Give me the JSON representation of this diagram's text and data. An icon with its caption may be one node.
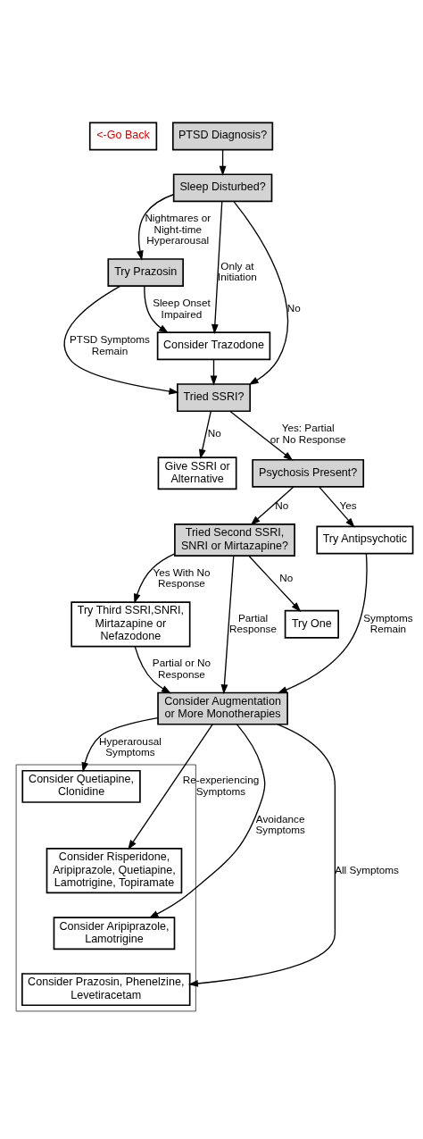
{
  "diagram": {
    "nodes": [
      {
        "text": [
          "<-Go Back"
        ]
      },
      {
        "text": [
          "PTSD Diagnosis?"
        ]
      },
      {
        "text": [
          "Sleep Disturbed?"
        ]
      },
      {
        "text": [
          "Try Prazosin"
        ]
      },
      {
        "text": [
          "Consider Trazodone"
        ]
      },
      {
        "text": [
          "Tried SSRI?"
        ]
      },
      {
        "text": [
          "Give SSRI or Alternative"
        ]
      },
      {
        "text": [
          "Psychosis Present?"
        ]
      },
      {
        "text": [
          "Tried Second SSRI, SNRI or Mirtazapine?"
        ]
      },
      {
        "text": [
          "Try Antipsychotic"
        ]
      },
      {
        "text": [
          "Try One"
        ]
      },
      {
        "text": [
          "Try Third SSRI,SNRI, Mirtazapine or Nefazodone"
        ]
      },
      {
        "text": [
          "Consider Augmentation or More Monotherapies"
        ]
      },
      {
        "text": [],
        "shape": "box"
      },
      {
        "text": [
          "Consider Quetiapine, Clonidine"
        ],
        "in": 13
      },
      {
        "text": [
          "Consider Risperidone, Aripiprazole, Quetiapine, Lamotrigine, Topiramate"
        ],
        "in": 13
      },
      {
        "text": [
          "Consider Aripiprazole, Lamotrigine"
        ],
        "in": 13
      },
      {
        "text": [
          "Consider Prazosin, Phenelzine, Levetiracetam"
        ],
        "in": 13
      }
    ],
    "edges": [
      {
        "from": 1,
        "to": 2,
        "arrow": "to"
      },
      {
        "from": 2,
        "to": 3,
        "arrow": "to",
        "label": "Nightmares or Night-time Hyperarousal"
      },
      {
        "from": 2,
        "to": 4,
        "arrow": "to",
        "label": "Only at Initiation"
      },
      {
        "from": 3,
        "to": 4,
        "arrow": "to",
        "label": "Sleep Onset Impaired"
      },
      {
        "from": 2,
        "to": 5,
        "arrow": "to",
        "label": "No"
      },
      {
        "from": 3,
        "to": 5,
        "arrow": "to",
        "label": "PTSD Symptoms Remain"
      },
      {
        "from": 4,
        "to": 5,
        "arrow": "to"
      },
      {
        "from": 5,
        "to": 6,
        "arrow": "to",
        "label": "No"
      },
      {
        "from": 5,
        "to": 7,
        "arrow": "to",
        "label": "Yes: Partial or No Response"
      },
      {
        "from": 7,
        "to": 8,
        "arrow": "to",
        "label": "No"
      },
      {
        "from": 7,
        "to": 9,
        "arrow": "to",
        "label": "Yes"
      },
      {
        "from": 8,
        "to": 10,
        "arrow": "to",
        "label": "No"
      },
      {
        "from": 8,
        "to": 11,
        "arrow": "to",
        "label": "Yes With No Response"
      },
      {
        "from": 8,
        "to": 12,
        "arrow": "to",
        "label": "Partial Response"
      },
      {
        "from": 11,
        "to": 12,
        "arrow": "to",
        "label": "Partial or No Response"
      },
      {
        "from": 9,
        "to": 12,
        "arrow": "to",
        "label": "Symptoms Remain"
      },
      {
        "from": 12,
        "to": 14,
        "arrow": "to",
        "label": "Hyperarousal Symptoms"
      },
      {
        "from": 12,
        "to": 15,
        "arrow": "to",
        "label": "Re-experiencing Symptoms"
      },
      {
        "from": 12,
        "to": 16,
        "arrow": "to",
        "label": "Avoidance Symptoms"
      },
      {
        "from": 12,
        "to": 17,
        "arrow": "to",
        "label": "All Symptoms"
      }
    ]
  }
}
